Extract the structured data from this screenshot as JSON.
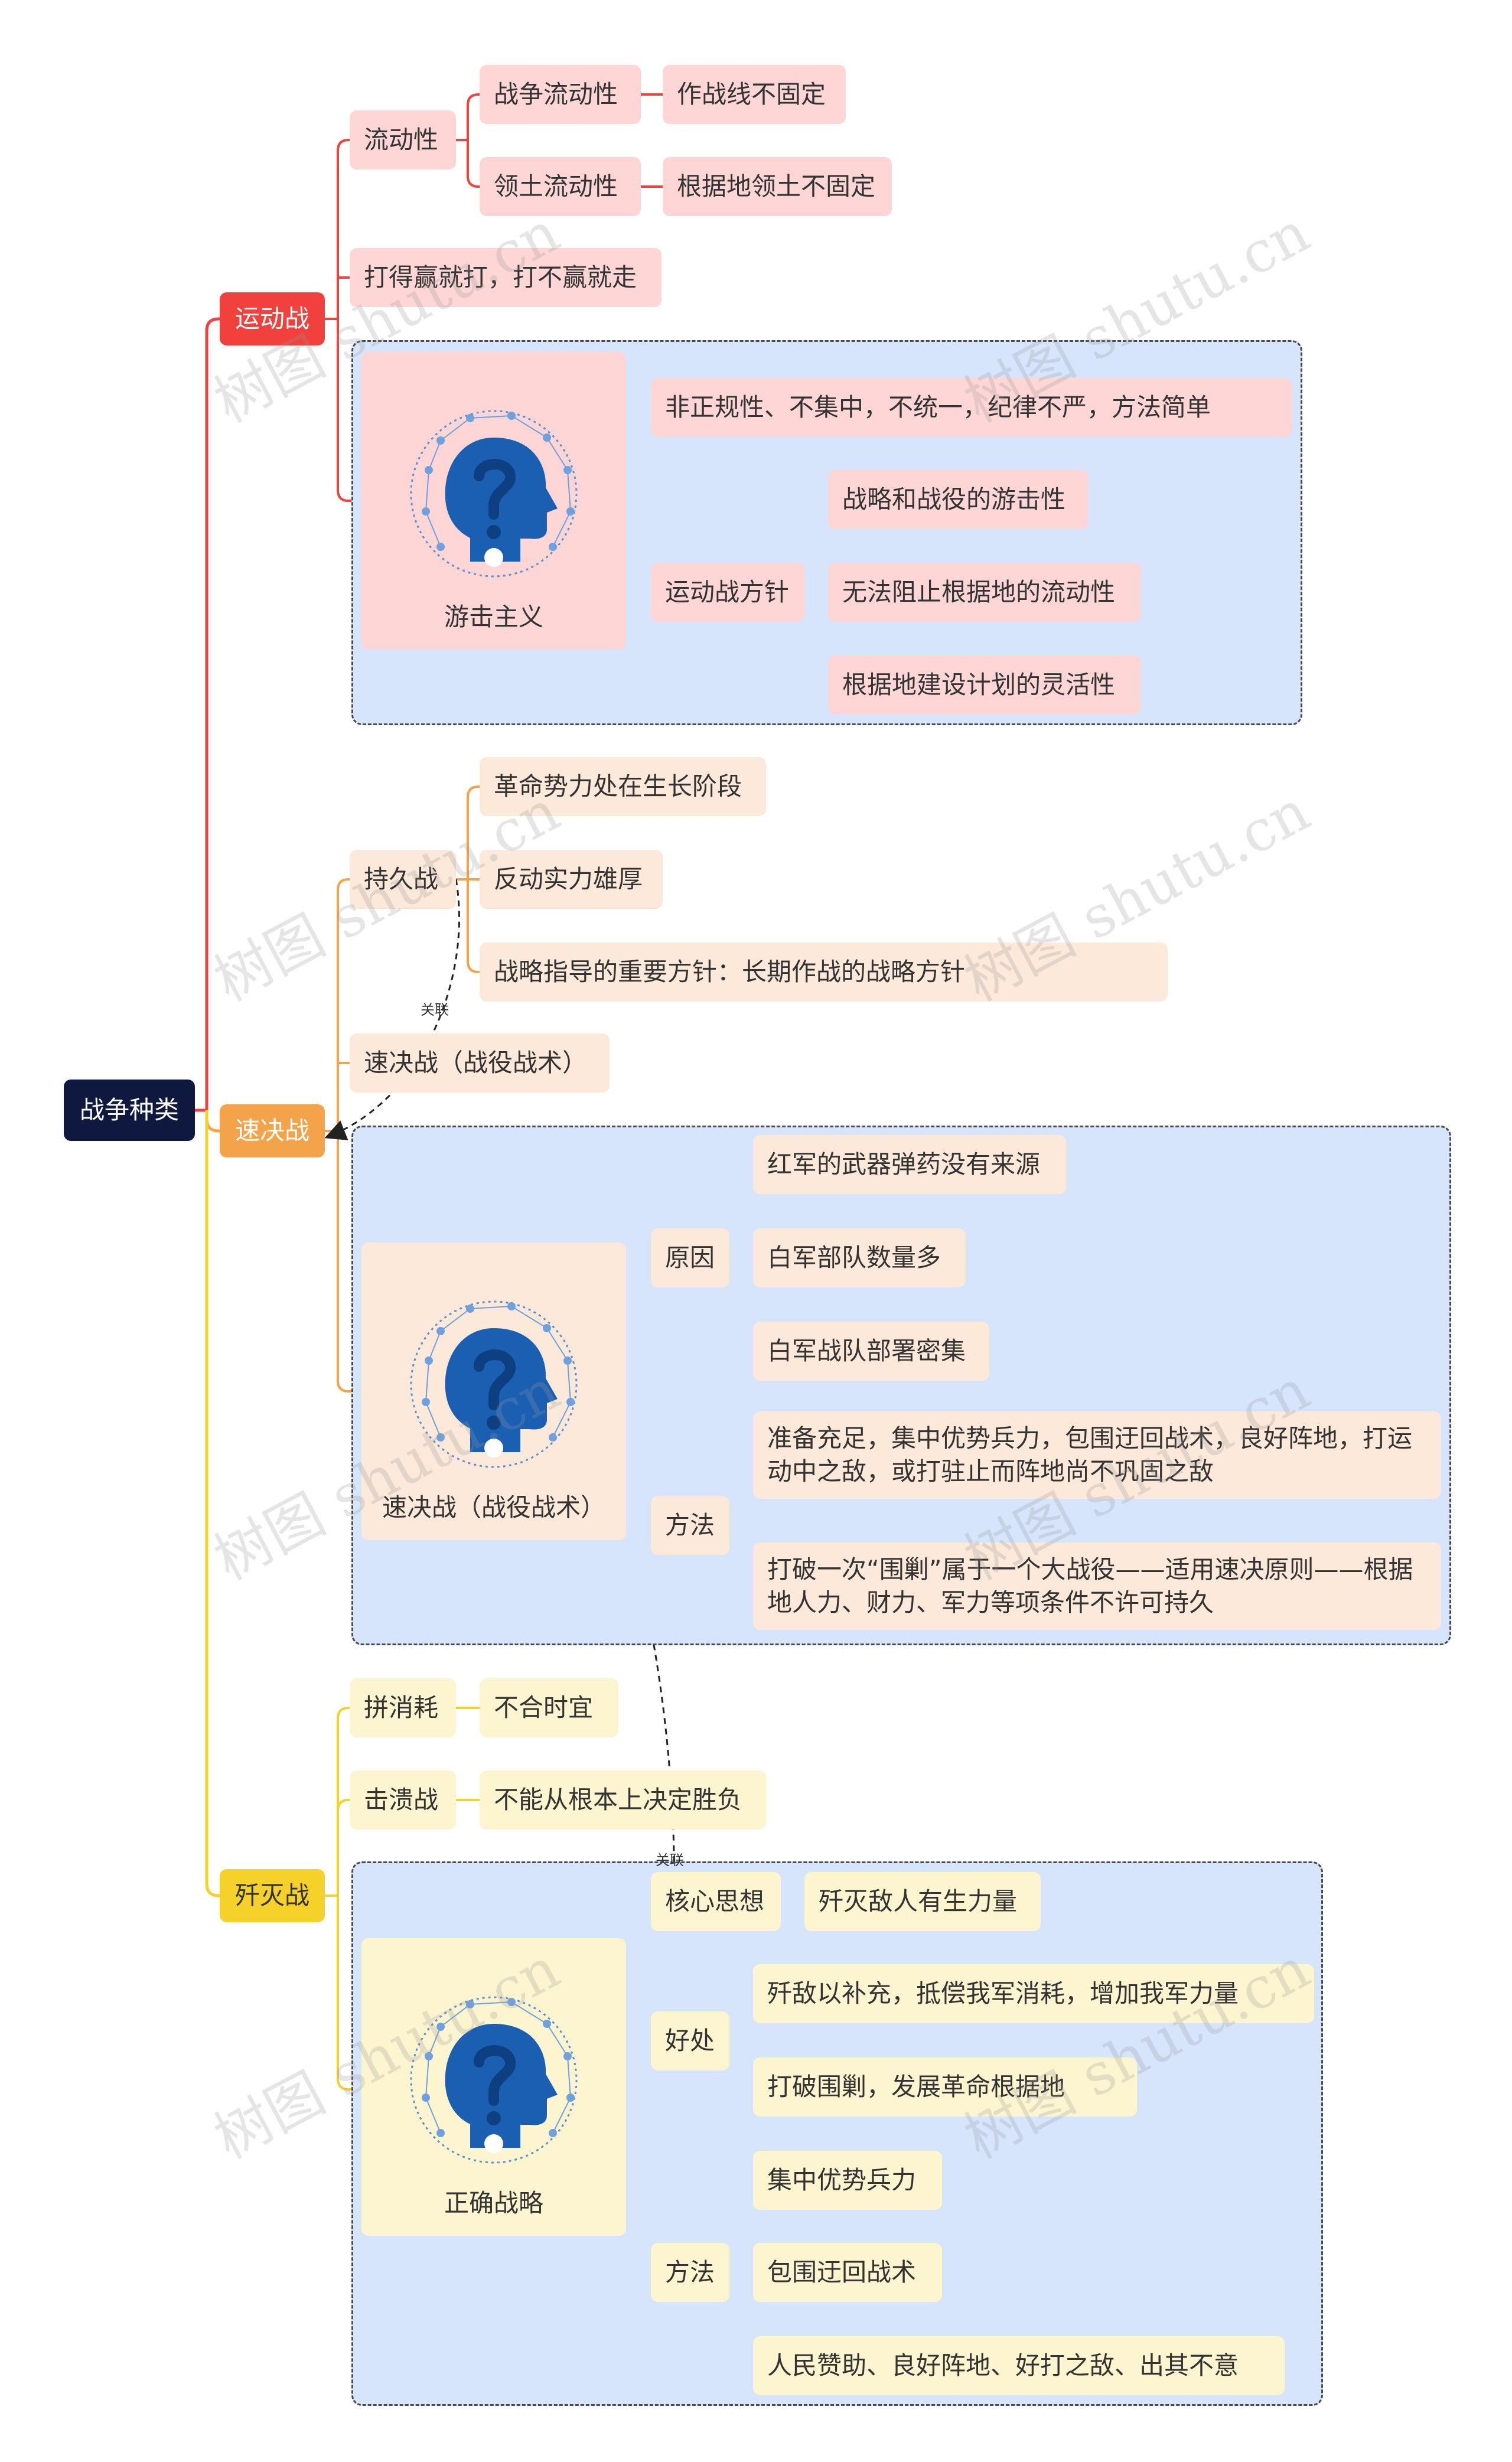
{
  "root": {
    "label": "战争种类"
  },
  "colors": {
    "red": "#f2403d",
    "orange": "#f5a34a",
    "yellow": "#f5d12a",
    "root": "#0f1940",
    "panel": "#d6e4fc"
  },
  "yundong": {
    "label": "运动战",
    "liudong": {
      "label": "流动性",
      "items": [
        {
          "label": "战争流动性",
          "child": "作战线不固定"
        },
        {
          "label": "领土流动性",
          "child": "根据地领土不固定"
        }
      ]
    },
    "dade": "打得赢就打，打不赢就走",
    "panel": {
      "card": "游击主义",
      "icon": "head-question-icon",
      "top": "非正规性、不集中，不统一，纪律不严，方法简单",
      "fangzhen": "运动战方针",
      "fangzhen_items": [
        "战略和战役的游击性",
        "无法阻止根据地的流动性",
        "根据地建设计划的灵活性"
      ]
    }
  },
  "sujue": {
    "label": "速决战",
    "chijiu": {
      "label": "持久战",
      "items": [
        "革命势力处在生长阶段",
        "反动实力雄厚",
        "战略指导的重要方针：长期作战的战略方针"
      ]
    },
    "suj2": "速决战（战役战术）",
    "panel": {
      "card": "速决战（战役战术）",
      "icon": "head-question-icon",
      "yuanyin": "原因",
      "yuanyin_items": [
        "红军的武器弹药没有来源",
        "白军部队数量多",
        "白军战队部署密集"
      ],
      "fangfa": "方法",
      "fangfa_items": [
        "准备充足，集中优势兵力，包围迂回战术，良好阵地，打运动中之敌，或打驻止而阵地尚不巩固之敌",
        "打破一次“围剿”属于一个大战役——适用速决原则——根据地人力、财力、军力等项条件不许可持久"
      ]
    }
  },
  "jianmie": {
    "label": "歼灭战",
    "pinxiaohao": {
      "label": "拼消耗",
      "child": "不合时宜"
    },
    "jikui": {
      "label": "击溃战",
      "child": "不能从根本上决定胜负"
    },
    "panel": {
      "card": "正确战略",
      "icon": "head-question-icon",
      "hexin": "核心思想",
      "hexin_child": "歼灭敌人有生力量",
      "haochu": "好处",
      "haochu_items": [
        "歼敌以补充，抵偿我军消耗，增加我军力量",
        "打破围剿，发展革命根据地"
      ],
      "fangfa": "方法",
      "fangfa_items": [
        "集中优势兵力",
        "包围迂回战术",
        "人民赞助、良好阵地、好打之敌、出其不意"
      ]
    }
  },
  "relations": {
    "label1": "关联",
    "label2": "关联"
  },
  "watermark": "树图 shutu.cn"
}
